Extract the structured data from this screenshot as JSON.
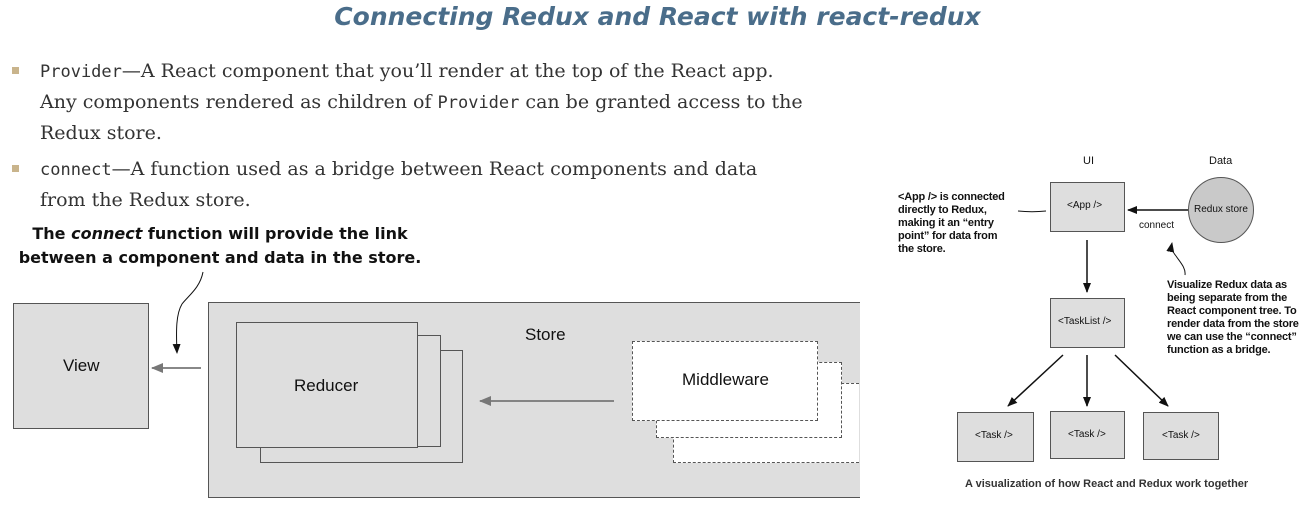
{
  "title": "Connecting Redux and React with react-redux",
  "bullets": [
    {
      "term": "Provider",
      "text_line1": "—A React component that you’ll render at the top of the React app.",
      "text_line2_pre": "Any components rendered as children of ",
      "text_line2_code": "Provider",
      "text_line2_post": " can be granted access to the",
      "text_line3": "Redux store."
    },
    {
      "term": "connect",
      "text_line1": "—A function used as a bridge between React components and data",
      "text_line2": "from the Redux store."
    }
  ],
  "left_diagram": {
    "annotation_line1_pre": "The ",
    "annotation_line1_em": "connect",
    "annotation_line1_post": " function will provide the link",
    "annotation_line2": "between a component and data in the store.",
    "view_label": "View",
    "store_label": "Store",
    "reducer_label": "Reducer",
    "middleware_label": "Middleware"
  },
  "right_diagram": {
    "ui_heading": "UI",
    "data_heading": "Data",
    "app_label": "<App />",
    "tasklist_label": "<TaskList />",
    "task_labels": [
      "<Task />",
      "<Task />",
      "<Task />"
    ],
    "redux_store_label": "Redux store",
    "connect_label": "connect",
    "app_note": [
      "<App /> is connected",
      "directly to Redux,",
      "making it an “entry",
      "point” for data from",
      "the store."
    ],
    "store_note": [
      "Visualize Redux data as",
      "being separate from the",
      "React component tree. To",
      "render data from the store",
      "we can use the “connect”",
      "function as a bridge."
    ],
    "caption": "A visualization of how React and Redux work together"
  },
  "colors": {
    "title": "#4a6d8a",
    "box_fill": "#dedede",
    "bullet_marker": "#c9b48c"
  }
}
